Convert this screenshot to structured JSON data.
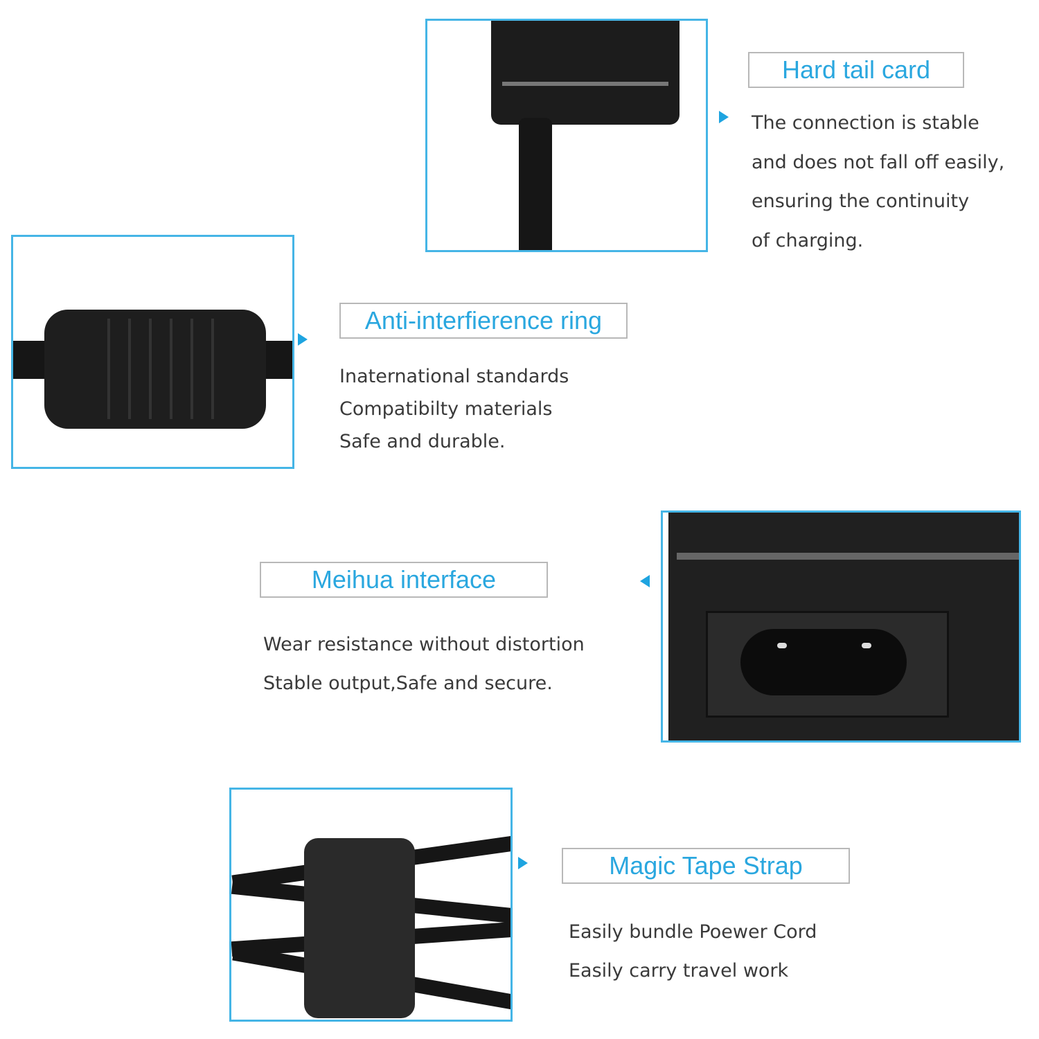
{
  "colors": {
    "accent": "#2aa7df",
    "border": "#45b5e6",
    "text": "#3a3a3a"
  },
  "features": [
    {
      "title": "Hard tail card",
      "lines": [
        "The connection is stable",
        "and does not fall off easily,",
        "ensuring the continuity",
        "of charging."
      ]
    },
    {
      "title": "Anti-interfierence ring",
      "lines": [
        "Inaternational standards",
        "Compatibilty materials",
        "Safe and durable."
      ]
    },
    {
      "title": "Meihua interface",
      "lines": [
        "Wear resistance without distortion",
        "Stable output,Safe and secure."
      ]
    },
    {
      "title": "Magic Tape Strap",
      "lines": [
        "Easily bundle Poewer Cord",
        "Easily carry travel work"
      ]
    }
  ]
}
